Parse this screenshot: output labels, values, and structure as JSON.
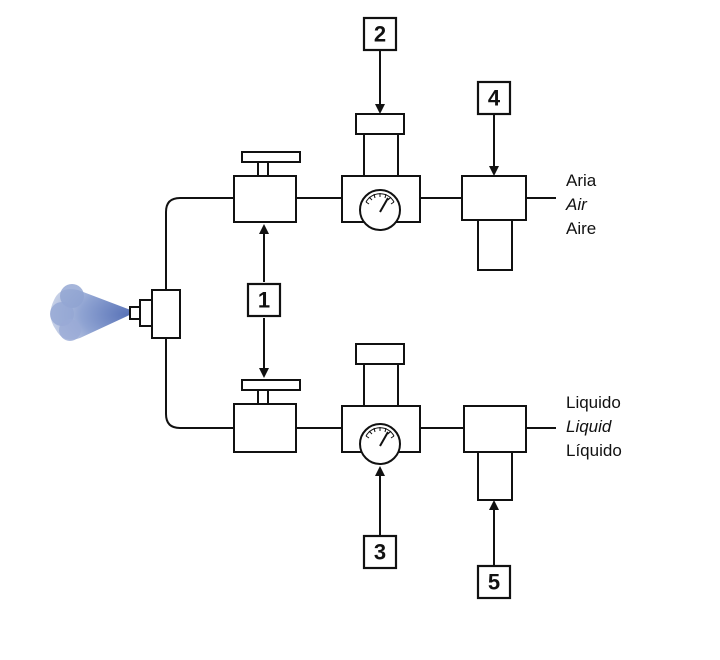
{
  "callouts": {
    "c1": "1",
    "c2": "2",
    "c3": "3",
    "c4": "4",
    "c5": "5"
  },
  "labels": {
    "air": [
      "Aria",
      "Air",
      "Aire"
    ],
    "liquid": [
      "Liquido",
      "Liquid",
      "Líquido"
    ]
  },
  "colors": {
    "spray": "#7f95c8",
    "line": "#111111"
  }
}
